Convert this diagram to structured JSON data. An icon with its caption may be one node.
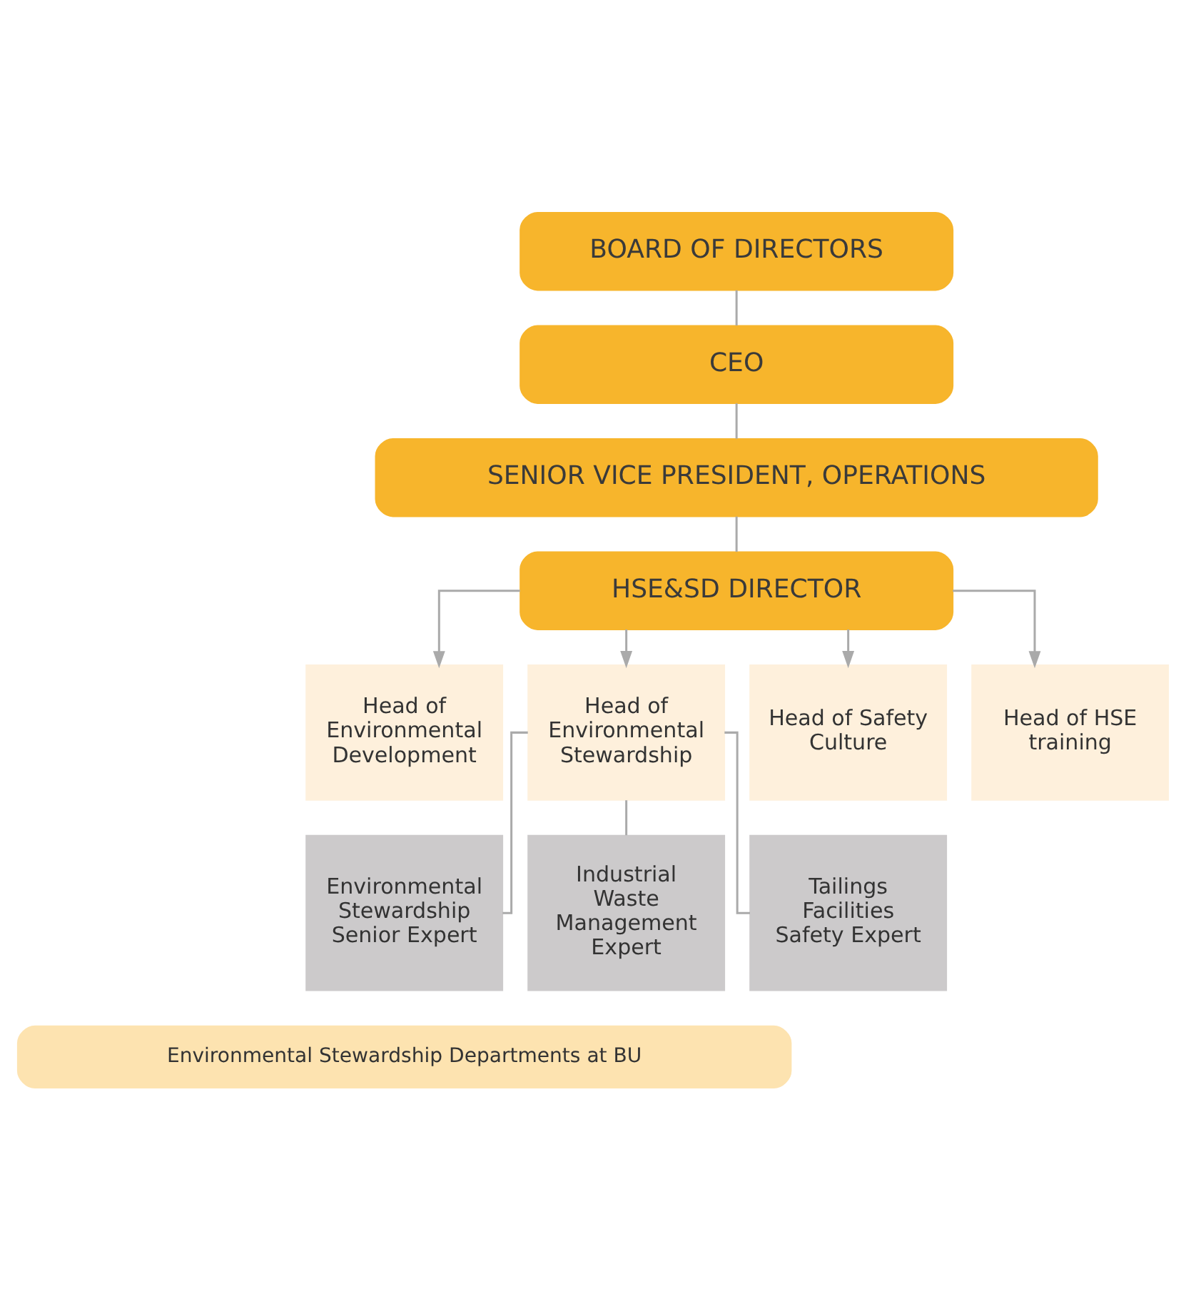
{
  "diagram": {
    "nodes": [
      {
        "text": [
          "BOARD OF DIRECTORS"
        ]
      },
      {
        "text": [
          "CEO"
        ]
      },
      {
        "text": [
          "SENIOR VICE PRESIDENT, OPERATIONS"
        ]
      },
      {
        "text": [
          "HSE&SD DIRECTOR"
        ]
      },
      {
        "text": [
          "Head of Environmental Development"
        ]
      },
      {
        "text": [
          "Head of Environmental Stewardship"
        ]
      },
      {
        "text": [
          "Head of Safety Culture"
        ]
      },
      {
        "text": [
          "Head of HSE training"
        ]
      },
      {
        "text": [
          "Environmental Stewardship Senior Expert"
        ]
      },
      {
        "text": [
          "Industrial Waste Management Expert"
        ]
      },
      {
        "text": [
          "Tailings Facilities Safety Expert"
        ]
      },
      {
        "text": [
          "Environmental Stewardship Departments at BU"
        ]
      }
    ],
    "edges": [
      {
        "from": 0,
        "to": 1,
        "arrow": "none"
      },
      {
        "from": 1,
        "to": 2,
        "arrow": "none"
      },
      {
        "from": 2,
        "to": 3,
        "arrow": "none"
      },
      {
        "from": 3,
        "to": 4,
        "arrow": "to"
      },
      {
        "from": 3,
        "to": 5,
        "arrow": "to"
      },
      {
        "from": 3,
        "to": 6,
        "arrow": "to"
      },
      {
        "from": 3,
        "to": 7,
        "arrow": "to"
      },
      {
        "from": 5,
        "to": 8,
        "arrow": "none"
      },
      {
        "from": 5,
        "to": 9,
        "arrow": "none"
      },
      {
        "from": 5,
        "to": 10,
        "arrow": "none"
      }
    ]
  }
}
